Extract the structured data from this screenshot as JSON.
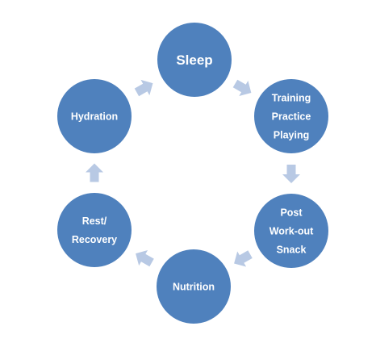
{
  "diagram": {
    "type": "cycle",
    "colors": {
      "node_fill": "#4f81bd",
      "node_text": "#ffffff",
      "arrow_fill": "#b8c9e4",
      "background": "#ffffff"
    },
    "nodes": [
      {
        "id": "sleep",
        "lines": [
          "Sleep"
        ]
      },
      {
        "id": "training",
        "lines": [
          "Training",
          "Practice",
          "Playing"
        ]
      },
      {
        "id": "post-workout-snack",
        "lines": [
          "Post",
          "Work-out",
          "Snack"
        ]
      },
      {
        "id": "nutrition",
        "lines": [
          "Nutrition"
        ]
      },
      {
        "id": "rest-recovery",
        "lines": [
          "Rest/",
          "Recovery"
        ]
      },
      {
        "id": "hydration",
        "lines": [
          "Hydration"
        ]
      }
    ],
    "edges": [
      {
        "from": "sleep",
        "to": "training"
      },
      {
        "from": "training",
        "to": "post-workout-snack"
      },
      {
        "from": "post-workout-snack",
        "to": "nutrition"
      },
      {
        "from": "nutrition",
        "to": "rest-recovery"
      },
      {
        "from": "rest-recovery",
        "to": "hydration"
      },
      {
        "from": "hydration",
        "to": "sleep"
      }
    ]
  }
}
